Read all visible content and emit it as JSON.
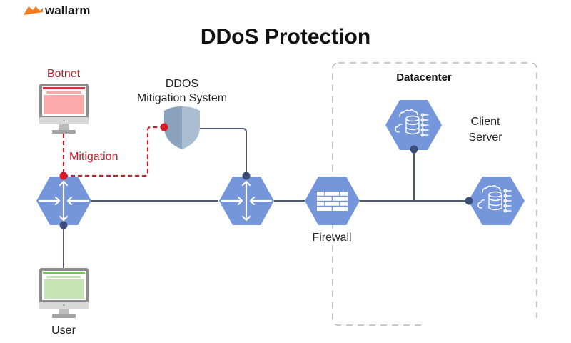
{
  "brand": {
    "logo_text": "wallarm",
    "logo_color": "#f47b20"
  },
  "title": "DDoS Protection",
  "nodes": {
    "botnet": {
      "label": "Botnet",
      "icon": "monitor-icon",
      "screen_color": "#fbaaa9",
      "bar_color": "#d0343c"
    },
    "user": {
      "label": "User",
      "icon": "monitor-icon",
      "screen_color": "#c6e4b6",
      "bar_color": "#7bbd61"
    },
    "mitigation_system": {
      "label_line1": "DDOS",
      "label_line2": "Mitigation System",
      "icon": "shield-icon"
    },
    "router_left": {
      "icon": "router-icon"
    },
    "router_center": {
      "icon": "router-icon"
    },
    "firewall": {
      "label": "Firewall",
      "icon": "firewall-brick-icon"
    },
    "client_server_top": {
      "icon": "database-cloud-icon"
    },
    "client_server_right": {
      "icon": "database-cloud-icon"
    },
    "client_server_label_line1": "Client",
    "client_server_label_line2": "Server"
  },
  "groups": {
    "datacenter": {
      "label": "Datacenter"
    }
  },
  "edges": {
    "mitigation": {
      "label": "Mitigation",
      "style": "dashed",
      "color": "#c0202c"
    }
  },
  "colors": {
    "hexagon": "#7596db",
    "line": "#4f5b6e",
    "node_dot": "#3d4e7a",
    "red": "#d81d2a",
    "shield_dark": "#8aa2bb",
    "shield_light": "#a9bed2",
    "dashed_border": "#b8b8b8"
  }
}
